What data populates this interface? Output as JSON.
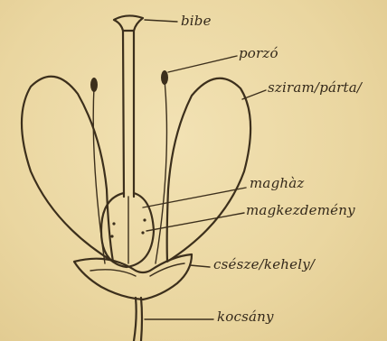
{
  "labels": {
    "bibe": "bibe",
    "porzo": "porzó",
    "sziram": "sziram/párta/",
    "maghaz": "maghàz",
    "magkezdemeny": "magkezdemény",
    "csesze": "csésze/kehely/",
    "kocsany": "kocsány"
  },
  "colors": {
    "paper": "#ecd9a4",
    "ink": "#3c2f1c"
  }
}
